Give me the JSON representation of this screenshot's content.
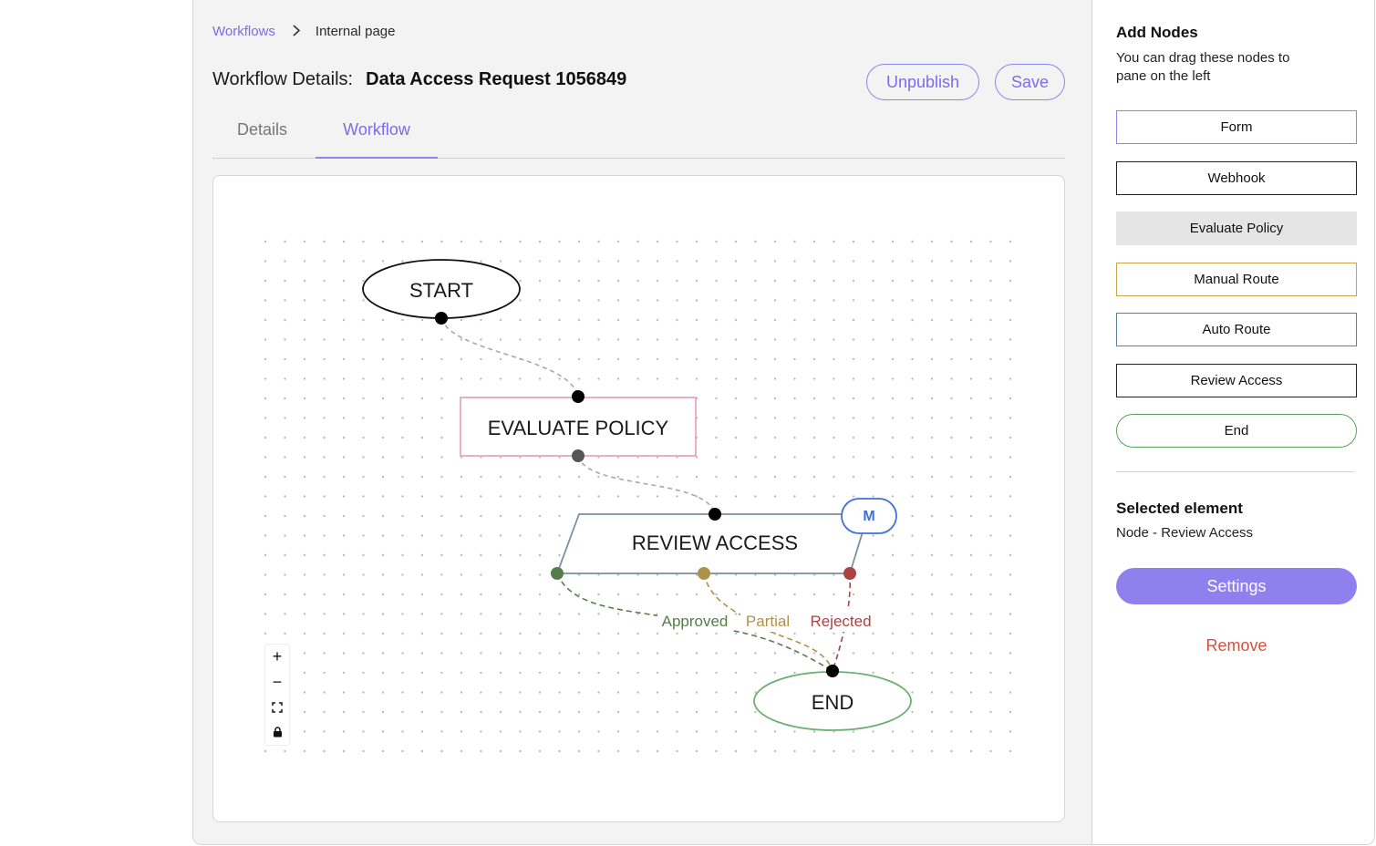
{
  "breadcrumb": {
    "root": "Workflows",
    "separator": ">",
    "current": "Internal page"
  },
  "header": {
    "title_prefix": "Workflow Details:",
    "title_name": "Data Access Request 1056849",
    "unpublish_label": "Unpublish",
    "save_label": "Save"
  },
  "tabs": {
    "details": "Details",
    "workflow": "Workflow",
    "active": "Workflow"
  },
  "flow": {
    "nodes": {
      "start": "START",
      "evaluate_policy": "EVALUATE POLICY",
      "review_access": "REVIEW ACCESS",
      "review_badge": "M",
      "end": "END"
    },
    "edges": {
      "approved": "Approved",
      "partial": "Partial",
      "rejected": "Rejected"
    },
    "colors": {
      "approved": "#557d4b",
      "partial": "#ad924a",
      "rejected": "#a94442",
      "evaluate_border": "#e7a7c0",
      "review_border": "#7a8fa2",
      "end_border": "#6db06f",
      "badge": "#3f6fd9"
    }
  },
  "zoom_controls": {
    "zoom_in": "+",
    "zoom_out": "−",
    "fit_icon": "fit-view-icon",
    "lock_icon": "lock-icon"
  },
  "side_panel": {
    "title": "Add Nodes",
    "description": "You can drag these nodes to pane on the left",
    "node_types": {
      "form": "Form",
      "webhook": "Webhook",
      "evaluate_policy": "Evaluate Policy",
      "manual_route": "Manual Route",
      "auto_route": "Auto Route",
      "review_access": "Review Access",
      "end": "End"
    },
    "selected_title": "Selected element",
    "selected_value": "Node - Review Access",
    "settings_label": "Settings",
    "remove_label": "Remove"
  },
  "accent_color": "#7b6ce8"
}
